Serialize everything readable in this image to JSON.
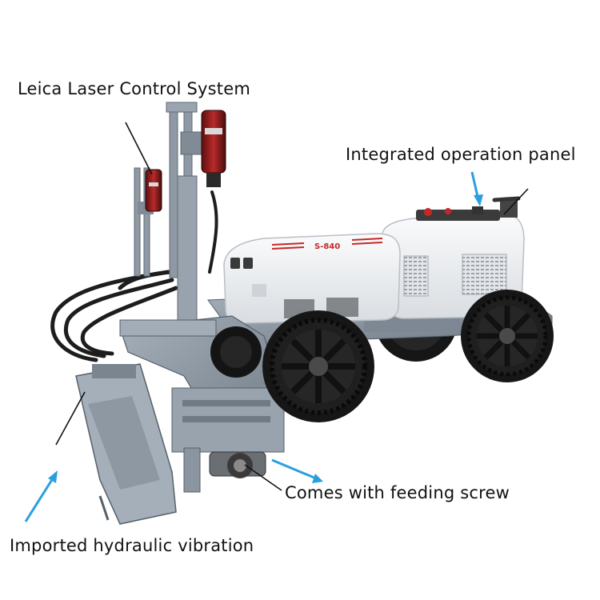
{
  "annotations": {
    "laser_control": "Leica Laser Control System",
    "operation_panel": "Integrated operation panel",
    "feeding_screw": "Comes with feeding screw",
    "hydraulic_vibration": "Imported hydraulic vibration"
  },
  "machine": {
    "model_plate": "S-840"
  },
  "colors": {
    "background": "#ffffff",
    "frame": "#8f9aa6",
    "frame_dark": "#5f6a75",
    "body": "#f2f3f4",
    "tire": "#161616",
    "hub": "#2a2a2a",
    "accent_red": "#c62828",
    "laser_red": "#8e1b1b",
    "arrow_blue": "#2a9fe0",
    "label_text": "#111111"
  }
}
